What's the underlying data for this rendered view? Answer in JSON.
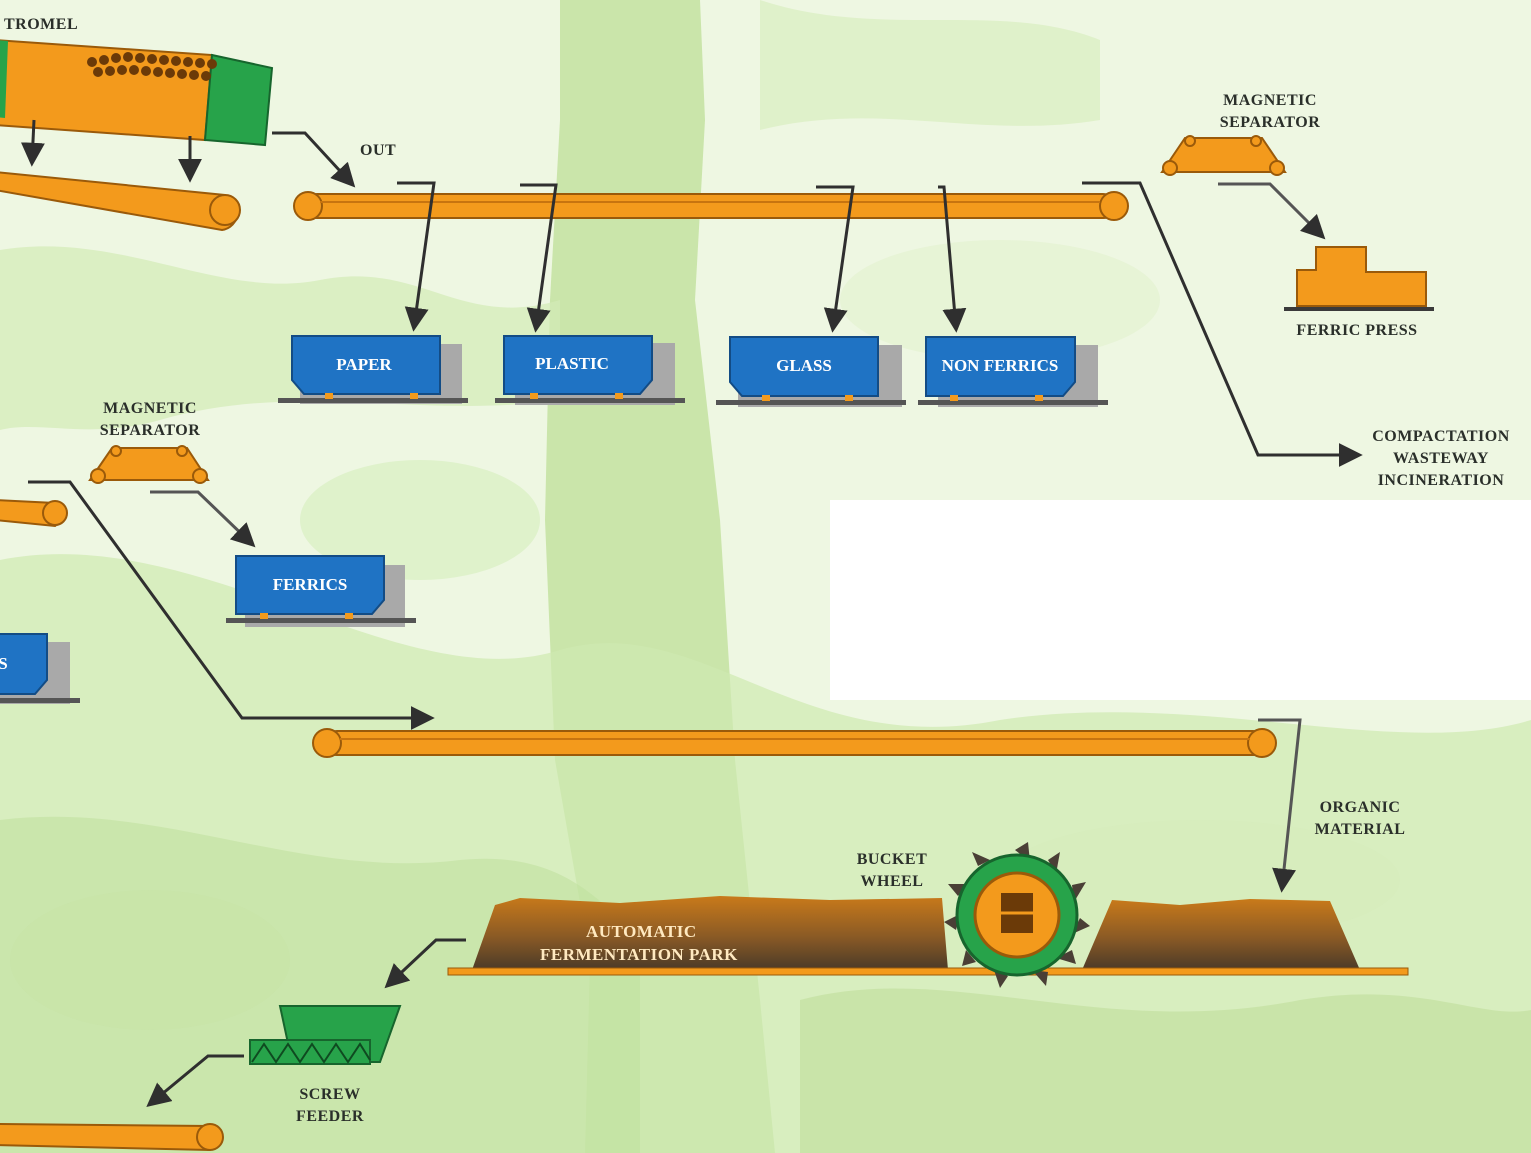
{
  "labels": {
    "tromel": "TROMEL",
    "out": "OUT",
    "magnetic_separator_top": [
      "MAGNETIC",
      "SEPARATOR"
    ],
    "ferric_press": "FERRIC PRESS",
    "compaction": [
      "COMPACTATION",
      "WASTEWAY",
      "INCINERATION"
    ],
    "magnetic_separator_left": [
      "MAGNETIC",
      "SEPARATOR"
    ],
    "organic_material": [
      "ORGANIC",
      "MATERIAL"
    ],
    "bucket_wheel": [
      "BUCKET",
      "WHEEL"
    ],
    "fermentation_park": [
      "AUTOMATIC",
      "FERMENTATION PARK"
    ],
    "screw_feeder": [
      "SCREW",
      "FEEDER"
    ]
  },
  "bins": {
    "paper": "PAPER",
    "plastic": "PLASTIC",
    "glass": "GLASS",
    "non_ferrics": "NON FERRICS",
    "ferrics": "FERRICS",
    "partial": "S"
  },
  "colors": {
    "background": "#eef7e2",
    "vegetation": "#b5db8c",
    "conveyor": "#f39a1c",
    "conveyor_edge": "#9a5a0a",
    "bin": "#1f73c4",
    "bin_shadow": "#a9a9a9",
    "green_machine": "#27a34a",
    "arrow": "#2f2f2f",
    "park_top": "#c97a1a",
    "park_bottom": "#4a3a28"
  }
}
